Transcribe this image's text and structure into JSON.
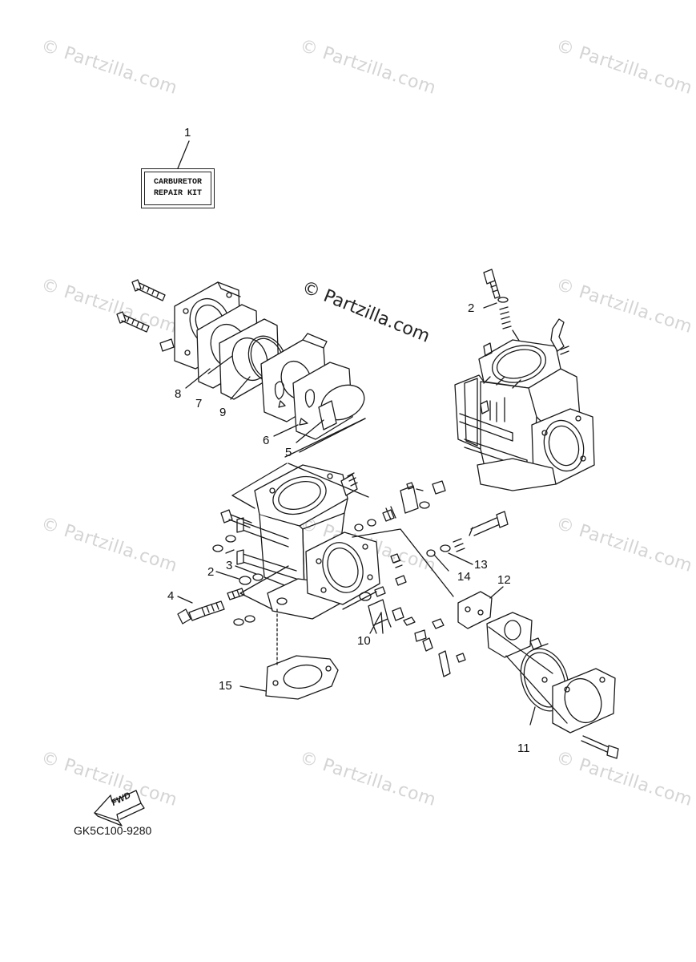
{
  "watermark": "© Partzilla.com",
  "center_watermark": "© Partzilla.com",
  "kit_label": {
    "line1": "CARBURETOR",
    "line2": "REPAIR KIT"
  },
  "part_code": "GK5C100-9280",
  "fwd_label": "FWD",
  "callouts": {
    "c1": "1",
    "c2a": "2",
    "c2b": "2",
    "c3": "3",
    "c4": "4",
    "c5": "5",
    "c6": "6",
    "c7": "7",
    "c8": "8",
    "c9": "9",
    "c10": "10",
    "c11": "11",
    "c12": "12",
    "c13": "13",
    "c14": "14",
    "c15": "15"
  }
}
